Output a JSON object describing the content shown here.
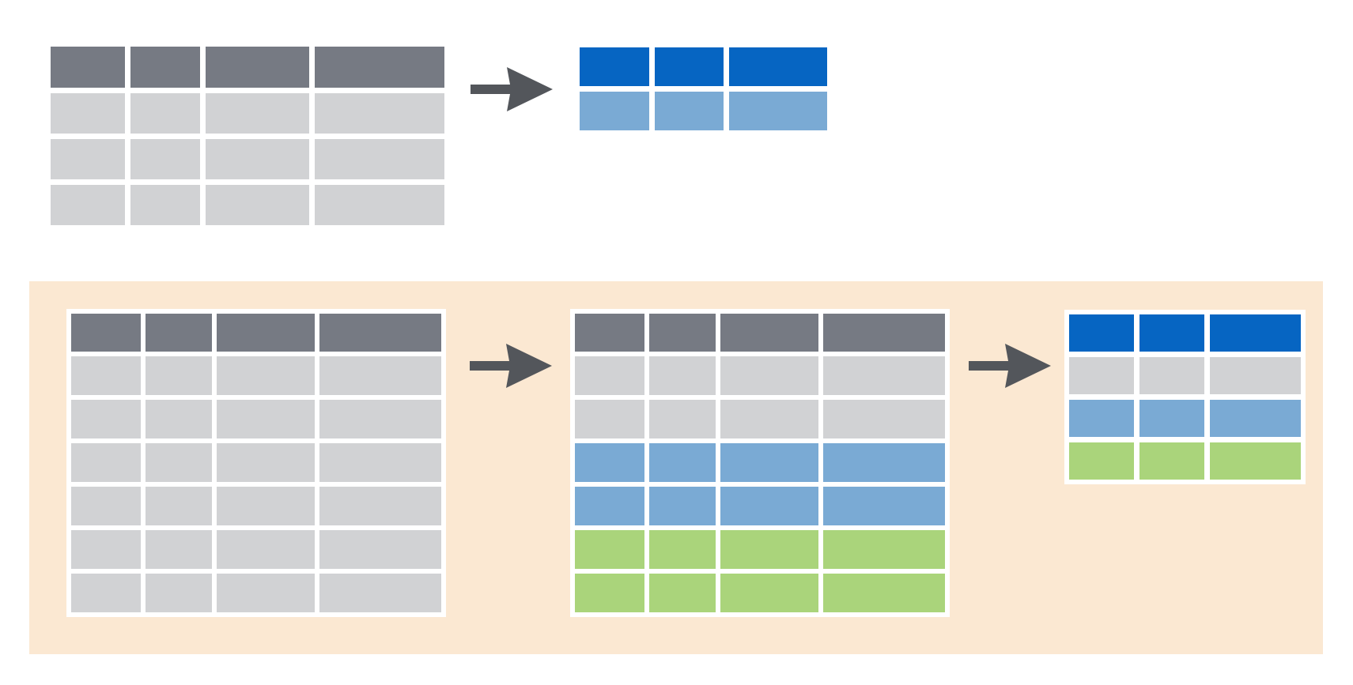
{
  "colors": {
    "background": "#ffffff",
    "panel": "#fbe8d2",
    "frame": "#ffffff",
    "header_gray": "#767a83",
    "cell_gray": "#d1d2d4",
    "header_blue": "#0665c2",
    "cell_blue": "#7aaad4",
    "cell_green": "#aad47b",
    "arrow": "#53565b"
  },
  "top_section": {
    "source_table": {
      "columns": 4,
      "rows": [
        "header_gray",
        "cell_gray",
        "cell_gray",
        "cell_gray"
      ]
    },
    "arrow_icon": "right-arrow-icon",
    "result_table": {
      "columns": 3,
      "rows": [
        "header_blue",
        "cell_blue"
      ]
    }
  },
  "grouped_section": {
    "source_table": {
      "columns": 4,
      "rows": [
        "header_gray",
        "cell_gray",
        "cell_gray",
        "cell_gray",
        "cell_gray",
        "cell_gray",
        "cell_gray"
      ]
    },
    "arrow_1_icon": "right-arrow-icon",
    "grouped_table": {
      "columns": 4,
      "rows": [
        "header_gray",
        "cell_gray",
        "cell_gray",
        "cell_blue",
        "cell_blue",
        "cell_green",
        "cell_green"
      ]
    },
    "arrow_2_icon": "right-arrow-icon",
    "summary_table": {
      "columns": 3,
      "rows": [
        "header_blue",
        "cell_gray",
        "cell_blue",
        "cell_green"
      ]
    }
  }
}
